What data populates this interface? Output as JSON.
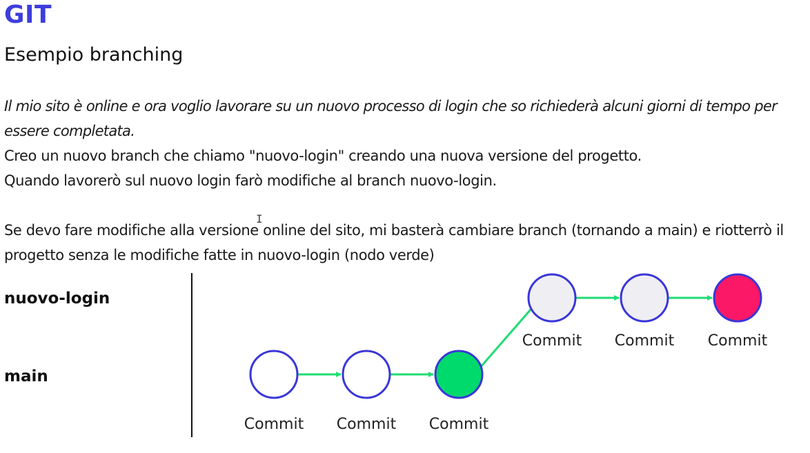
{
  "header": {
    "title": "GIT",
    "subtitle": "Esempio branching"
  },
  "text": {
    "intro": "Il mio sito è online e ora voglio lavorare su un nuovo processo di login che so richiederà alcuni giorni di tempo per essere completata.",
    "paragraph1_line1": "Creo un nuovo branch che chiamo \"nuovo-login\" creando una nuova versione del progetto.",
    "paragraph1_line2": "Quando lavorerò sul nuovo login farò modifiche al branch nuovo-login.",
    "paragraph2": "Se devo fare modifiche alla versione online del sito, mi basterà cambiare branch (tornando a main) e riotterrò il progetto senza le modifiche fatte in nuovo-login (nodo verde)"
  },
  "diagram": {
    "branches": [
      "nuovo-login",
      "main"
    ],
    "commit_label": "Commit",
    "colors": {
      "node_stroke": "#3a36d8",
      "edge": "#1fdc73",
      "main_fill": "#ffffff",
      "branch_point_fill": "#00d96b",
      "login_fill": "#efeef2",
      "head_fill": "#fb1866",
      "divider": "#111111"
    },
    "main_commits": [
      {
        "label": "Commit",
        "kind": "plain"
      },
      {
        "label": "Commit",
        "kind": "plain"
      },
      {
        "label": "Commit",
        "kind": "branch-point"
      }
    ],
    "login_commits": [
      {
        "label": "Commit",
        "kind": "plain"
      },
      {
        "label": "Commit",
        "kind": "plain"
      },
      {
        "label": "Commit",
        "kind": "head"
      }
    ]
  }
}
